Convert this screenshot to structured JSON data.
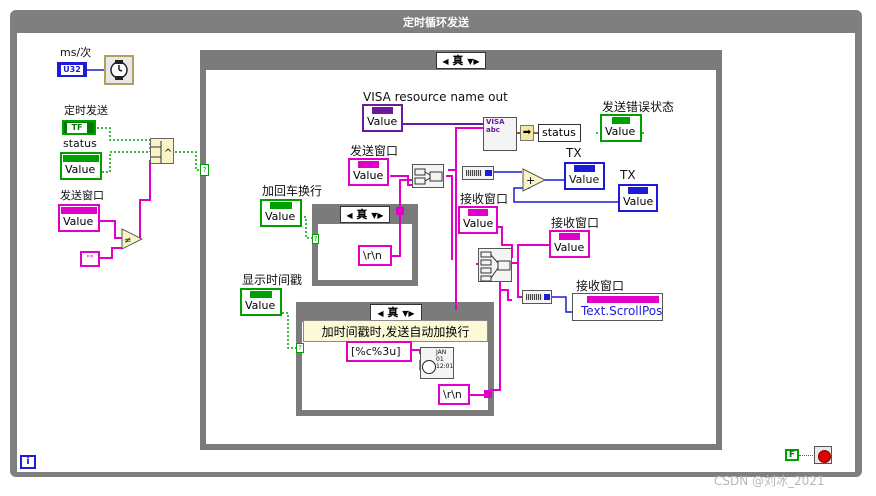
{
  "loop": {
    "title": "定时循环发送"
  },
  "case_outer": {
    "selector": "真"
  },
  "case_cr": {
    "selector": "真"
  },
  "case_ts": {
    "selector": "真",
    "banner": "加时间戳时,发送自动加换行"
  },
  "labels": {
    "ms_per": "ms/次",
    "timed_send": "定时发送",
    "status": "status",
    "send_window": "发送窗口",
    "visa_out": "VISA resource name out",
    "send_window_inner": "发送窗口",
    "send_error_state": "发送错误状态",
    "add_cr": "加回车换行",
    "show_timestamp": "显示时间戳",
    "tx1": "TX",
    "tx2": "TX",
    "recv1": "接收窗口",
    "recv2": "接收窗口",
    "recv3": "接收窗口"
  },
  "terminals": {
    "u32": "U32",
    "tf": "TF",
    "value": "Value",
    "status_unbundle": "status",
    "scroll_pos": "Text.ScrollPos"
  },
  "constants": {
    "crlf1": "\\r\\n",
    "crlf2": "\\r\\n",
    "format": "[%c%3u]",
    "empty": "\"\"",
    "stop": "F",
    "info": "i"
  },
  "icons": {
    "visa_write": "VISA abc",
    "timestamp": "JAN 01 12:01"
  },
  "colors": {
    "loop_frame": "#7f7f7f",
    "case_frame": "#7a7a7a",
    "string_wire": "#e000c8",
    "bool_wire": "#00a000",
    "numeric_wire": "#1c1cd8",
    "visa_wire": "#6a1a9a",
    "cluster_wire": "#7a6a2a"
  },
  "watermark": "CSDN @刘冰_2021"
}
